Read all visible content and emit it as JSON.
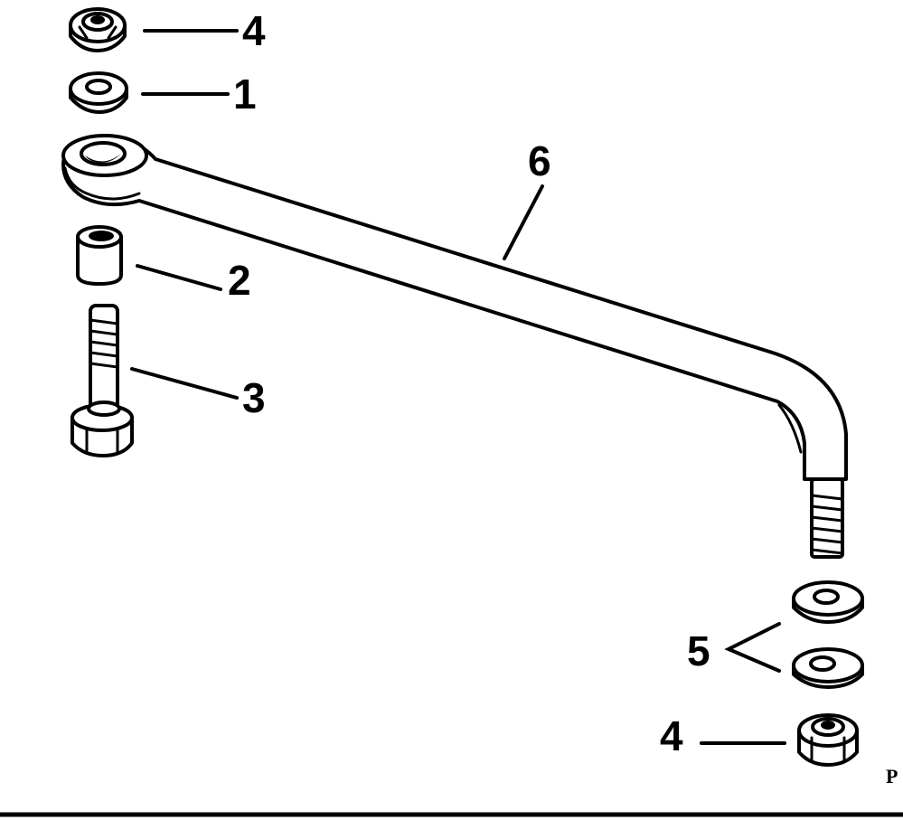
{
  "callouts": {
    "nut_top": "4",
    "washer_top": "1",
    "bushing": "2",
    "bolt": "3",
    "washers_bottom": "5",
    "nut_bottom": "4",
    "rod": "6"
  },
  "corner_code": "P"
}
